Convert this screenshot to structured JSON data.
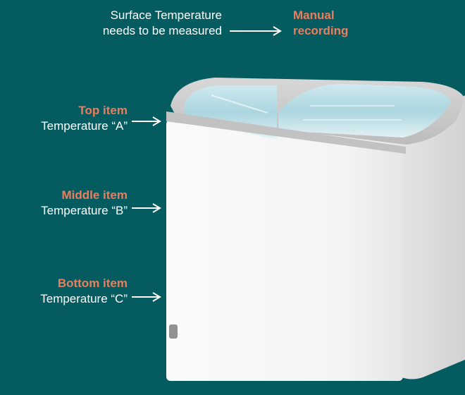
{
  "header": {
    "note_line1": "Surface Temperature",
    "note_line2": "needs to be measured",
    "action_line1": "Manual",
    "action_line2": "recording"
  },
  "labels": [
    {
      "title": "Top item",
      "subtitle": "Temperature “A”"
    },
    {
      "title": "Middle item",
      "subtitle": "Temperature “B”"
    },
    {
      "title": "Bottom item",
      "subtitle": "Temperature “C”"
    }
  ],
  "colors": {
    "background": "#045c60",
    "accent": "#ec7d5d",
    "text": "#ffffff"
  }
}
